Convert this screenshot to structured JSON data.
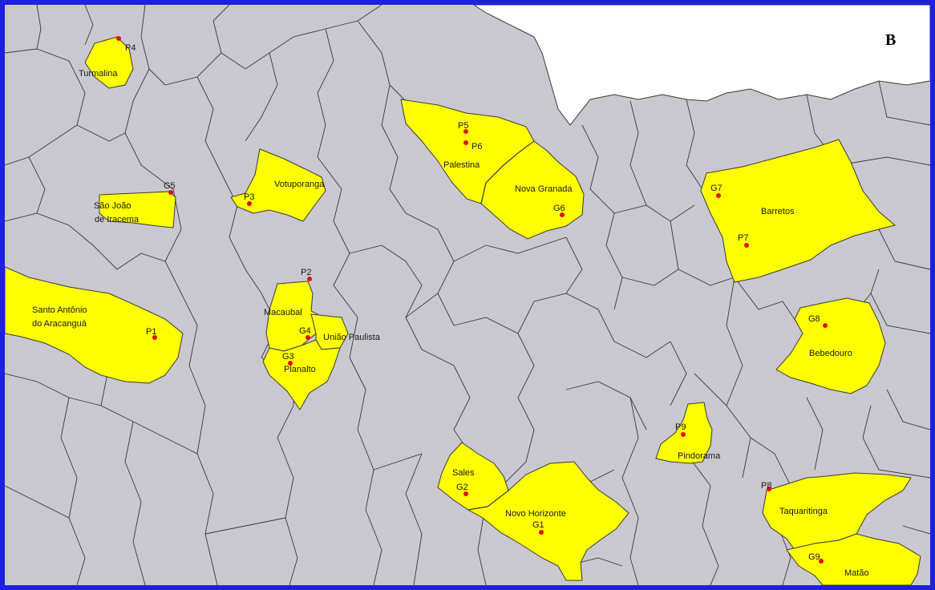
{
  "panel_label": "B",
  "colors": {
    "highlight": "#ffff00",
    "background_land": "#c9c8cf",
    "border": "#1f1fe0",
    "point": "#e01010",
    "boundary": "#3a3a3a",
    "sea": "#ffffff"
  },
  "municipalities": [
    {
      "id": "turmalina",
      "label": "Turmalina"
    },
    {
      "id": "sao-joao",
      "label_line1": "São João",
      "label_line2": "de Iracema"
    },
    {
      "id": "votuporanga",
      "label": "Votuporanga"
    },
    {
      "id": "santo-antonio",
      "label_line1": "Santo Antônio",
      "label_line2": "do Aracanguá"
    },
    {
      "id": "macaubal",
      "label": "Macaubal"
    },
    {
      "id": "uniao-paulista",
      "label": "União Paulista"
    },
    {
      "id": "planalto",
      "label": "Planalto"
    },
    {
      "id": "palestina",
      "label": "Palestina"
    },
    {
      "id": "nova-granada",
      "label": "Nova Granada"
    },
    {
      "id": "barretos",
      "label": "Barretos"
    },
    {
      "id": "bebedouro",
      "label": "Bebedouro"
    },
    {
      "id": "pindorama",
      "label": "Pindorama"
    },
    {
      "id": "sales",
      "label": "Sales"
    },
    {
      "id": "novo-horizonte",
      "label": "Novo Horizonte"
    },
    {
      "id": "taquaritinga",
      "label": "Taquaritinga"
    },
    {
      "id": "matao",
      "label": "Matão"
    }
  ],
  "points": [
    {
      "id": "P4",
      "label": "P4"
    },
    {
      "id": "G5",
      "label": "G5"
    },
    {
      "id": "P3",
      "label": "P3"
    },
    {
      "id": "P5",
      "label": "P5"
    },
    {
      "id": "P6",
      "label": "P6"
    },
    {
      "id": "G6",
      "label": "G6"
    },
    {
      "id": "G7",
      "label": "G7"
    },
    {
      "id": "P7",
      "label": "P7"
    },
    {
      "id": "P2",
      "label": "P2"
    },
    {
      "id": "P1",
      "label": "P1"
    },
    {
      "id": "G4",
      "label": "G4"
    },
    {
      "id": "G3",
      "label": "G3"
    },
    {
      "id": "G8",
      "label": "G8"
    },
    {
      "id": "P9",
      "label": "P9"
    },
    {
      "id": "G2",
      "label": "G2"
    },
    {
      "id": "G1",
      "label": "G1"
    },
    {
      "id": "P8",
      "label": "P8"
    },
    {
      "id": "G9",
      "label": "G9"
    }
  ]
}
